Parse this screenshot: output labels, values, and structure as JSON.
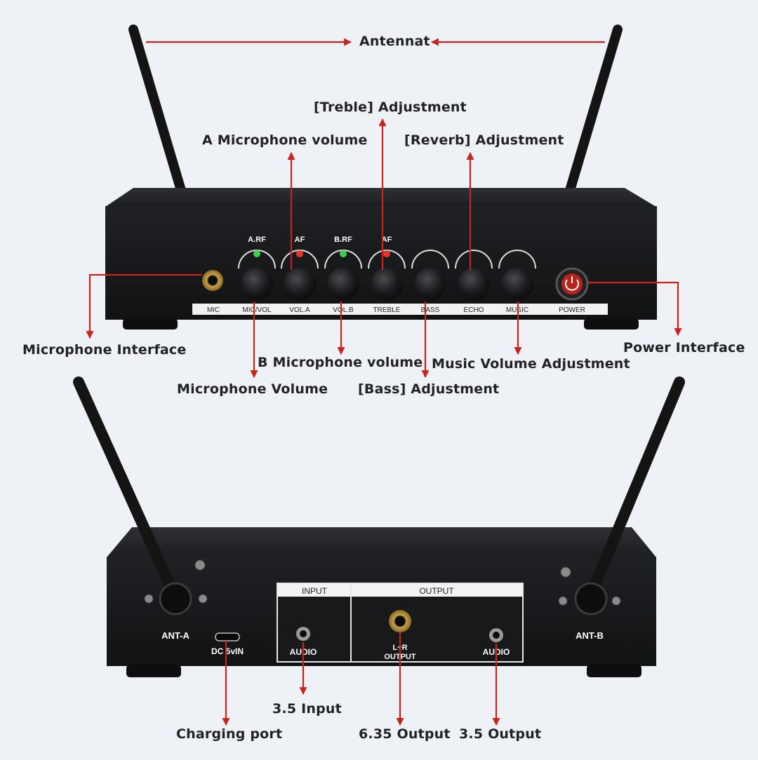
{
  "front_panel": {
    "indicators": [
      "A.RF",
      "AF",
      "B.RF",
      "AF"
    ],
    "labels": [
      "MIC",
      "MIC/VOL",
      "VOL.A",
      "VOL.B",
      "TREBLE",
      "BASS",
      "ECHO",
      "MUSIC",
      "POWER"
    ]
  },
  "back_panel": {
    "ant_a": "ANT-A",
    "ant_b": "ANT-B",
    "dc": "DC 5vIN",
    "input_header": "INPUT",
    "output_header": "OUTPUT",
    "audio_in": "AUDIO",
    "lr_output_line1": "L+R",
    "lr_output_line2": "OUTPUT",
    "audio_out": "AUDIO"
  },
  "callouts": {
    "antenna": "Antennat",
    "treble": "[Treble] Adjustment",
    "a_mic_volume": "A Microphone volume",
    "reverb": "[Reverb] Adjustment",
    "mic_interface": "Microphone Interface",
    "power_interface": "Power Interface",
    "b_mic_volume": "B Microphone volume",
    "music_volume": "Music Volume Adjustment",
    "mic_volume": "Microphone Volume",
    "bass": "[Bass] Adjustment",
    "input_35": "3.5 Input",
    "charging": "Charging port",
    "output_635": "6.35 Output",
    "output_35": "3.5 Output"
  },
  "colors": {
    "arrow": "#c8231c",
    "device": "#1b1c1f",
    "background": "#eef1f5",
    "led_green": "#39d04a",
    "led_red": "#e23a2a"
  }
}
